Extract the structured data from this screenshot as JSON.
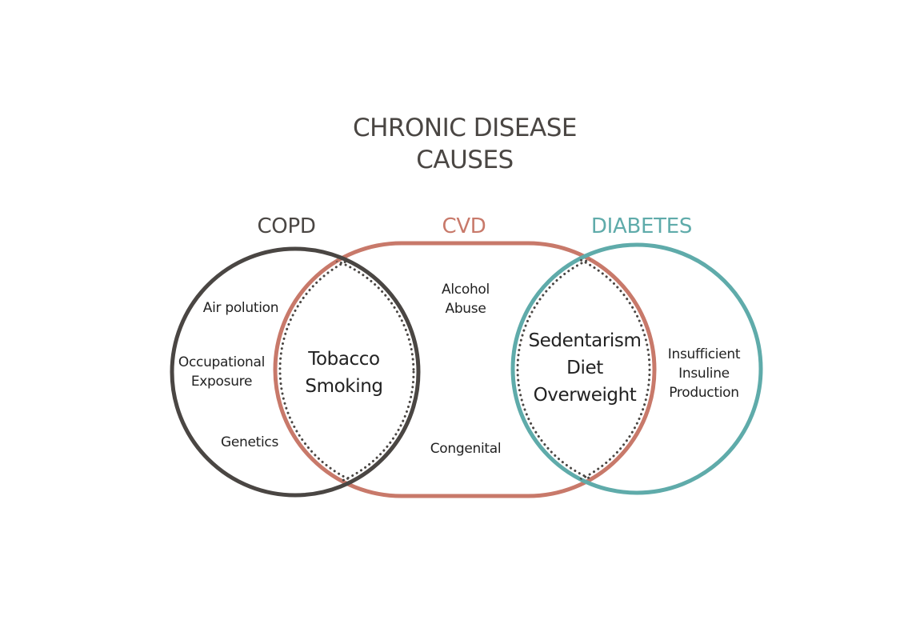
{
  "title": {
    "line1": "CHRONIC DISEASE",
    "line2": "CAUSES"
  },
  "colors": {
    "title": "#4a4643",
    "copd": "#4a4643",
    "cvd": "#c8796a",
    "diabetes": "#5fabaa",
    "text": "#222222"
  },
  "sets": {
    "copd": {
      "label": "COPD"
    },
    "cvd": {
      "label": "CVD"
    },
    "diabetes": {
      "label": "DIABETES"
    }
  },
  "regions": {
    "copd_only": {
      "air": "Air polution",
      "occ1": "Occupational",
      "occ2": "Exposure",
      "genetics": "Genetics"
    },
    "copd_cvd": {
      "line1": "Tobacco",
      "line2": "Smoking"
    },
    "cvd_only": {
      "alcohol1": "Alcohol",
      "alcohol2": "Abuse",
      "congenital": "Congenital"
    },
    "cvd_diabetes": {
      "line1": "Sedentarism",
      "line2": "Diet",
      "line3": "Overweight"
    },
    "diabetes_only": {
      "line1": "Insufficient",
      "line2": "Insuline",
      "line3": "Production"
    }
  }
}
